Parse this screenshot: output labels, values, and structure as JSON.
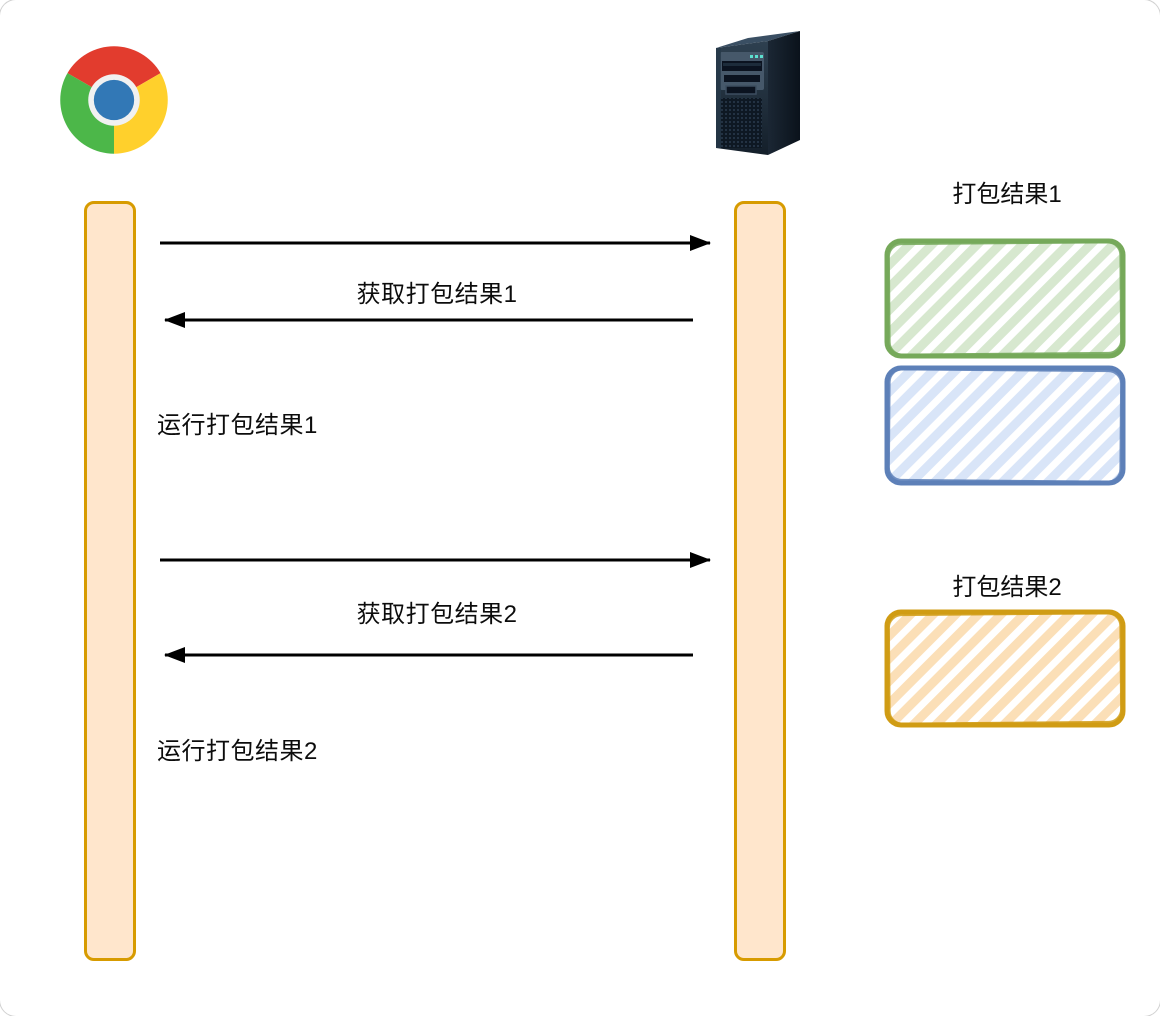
{
  "actors": [
    {
      "id": "browser",
      "icon": "chrome-icon"
    },
    {
      "id": "server",
      "icon": "server-tower-icon"
    }
  ],
  "messages": {
    "fetch1": "获取打包结果1",
    "run1": "运行打包结果1",
    "fetch2": "获取打包结果2",
    "run2": "运行打包结果2"
  },
  "arrows": [
    {
      "id": "fetch-1-arrow",
      "direction": "browser-to-server"
    },
    {
      "id": "response-1-arrow",
      "direction": "server-to-browser"
    },
    {
      "id": "fetch-2-arrow",
      "direction": "browser-to-server"
    },
    {
      "id": "response-2-arrow",
      "direction": "server-to-browser"
    }
  ],
  "bundles": [
    {
      "title": "打包结果1",
      "boxes": [
        "green",
        "blue"
      ]
    },
    {
      "title": "打包结果2",
      "boxes": [
        "orange"
      ]
    }
  ],
  "colors": {
    "lifeline_fill": "#ffe6cc",
    "lifeline_stroke": "#d79b00",
    "arrow": "#000000",
    "box_green_border": "#76a95a",
    "box_green_hatch": "#d7e8cf",
    "box_blue_border": "#5d80b8",
    "box_blue_hatch": "#d9e5f8",
    "box_orange_border": "#d09c14",
    "box_orange_hatch": "#fbdfb7",
    "chrome_red": "#e23c2e",
    "chrome_green": "#4cb749",
    "chrome_yellow": "#ffd02c",
    "chrome_blue": "#3278b6",
    "server_body": "#1c2936"
  }
}
